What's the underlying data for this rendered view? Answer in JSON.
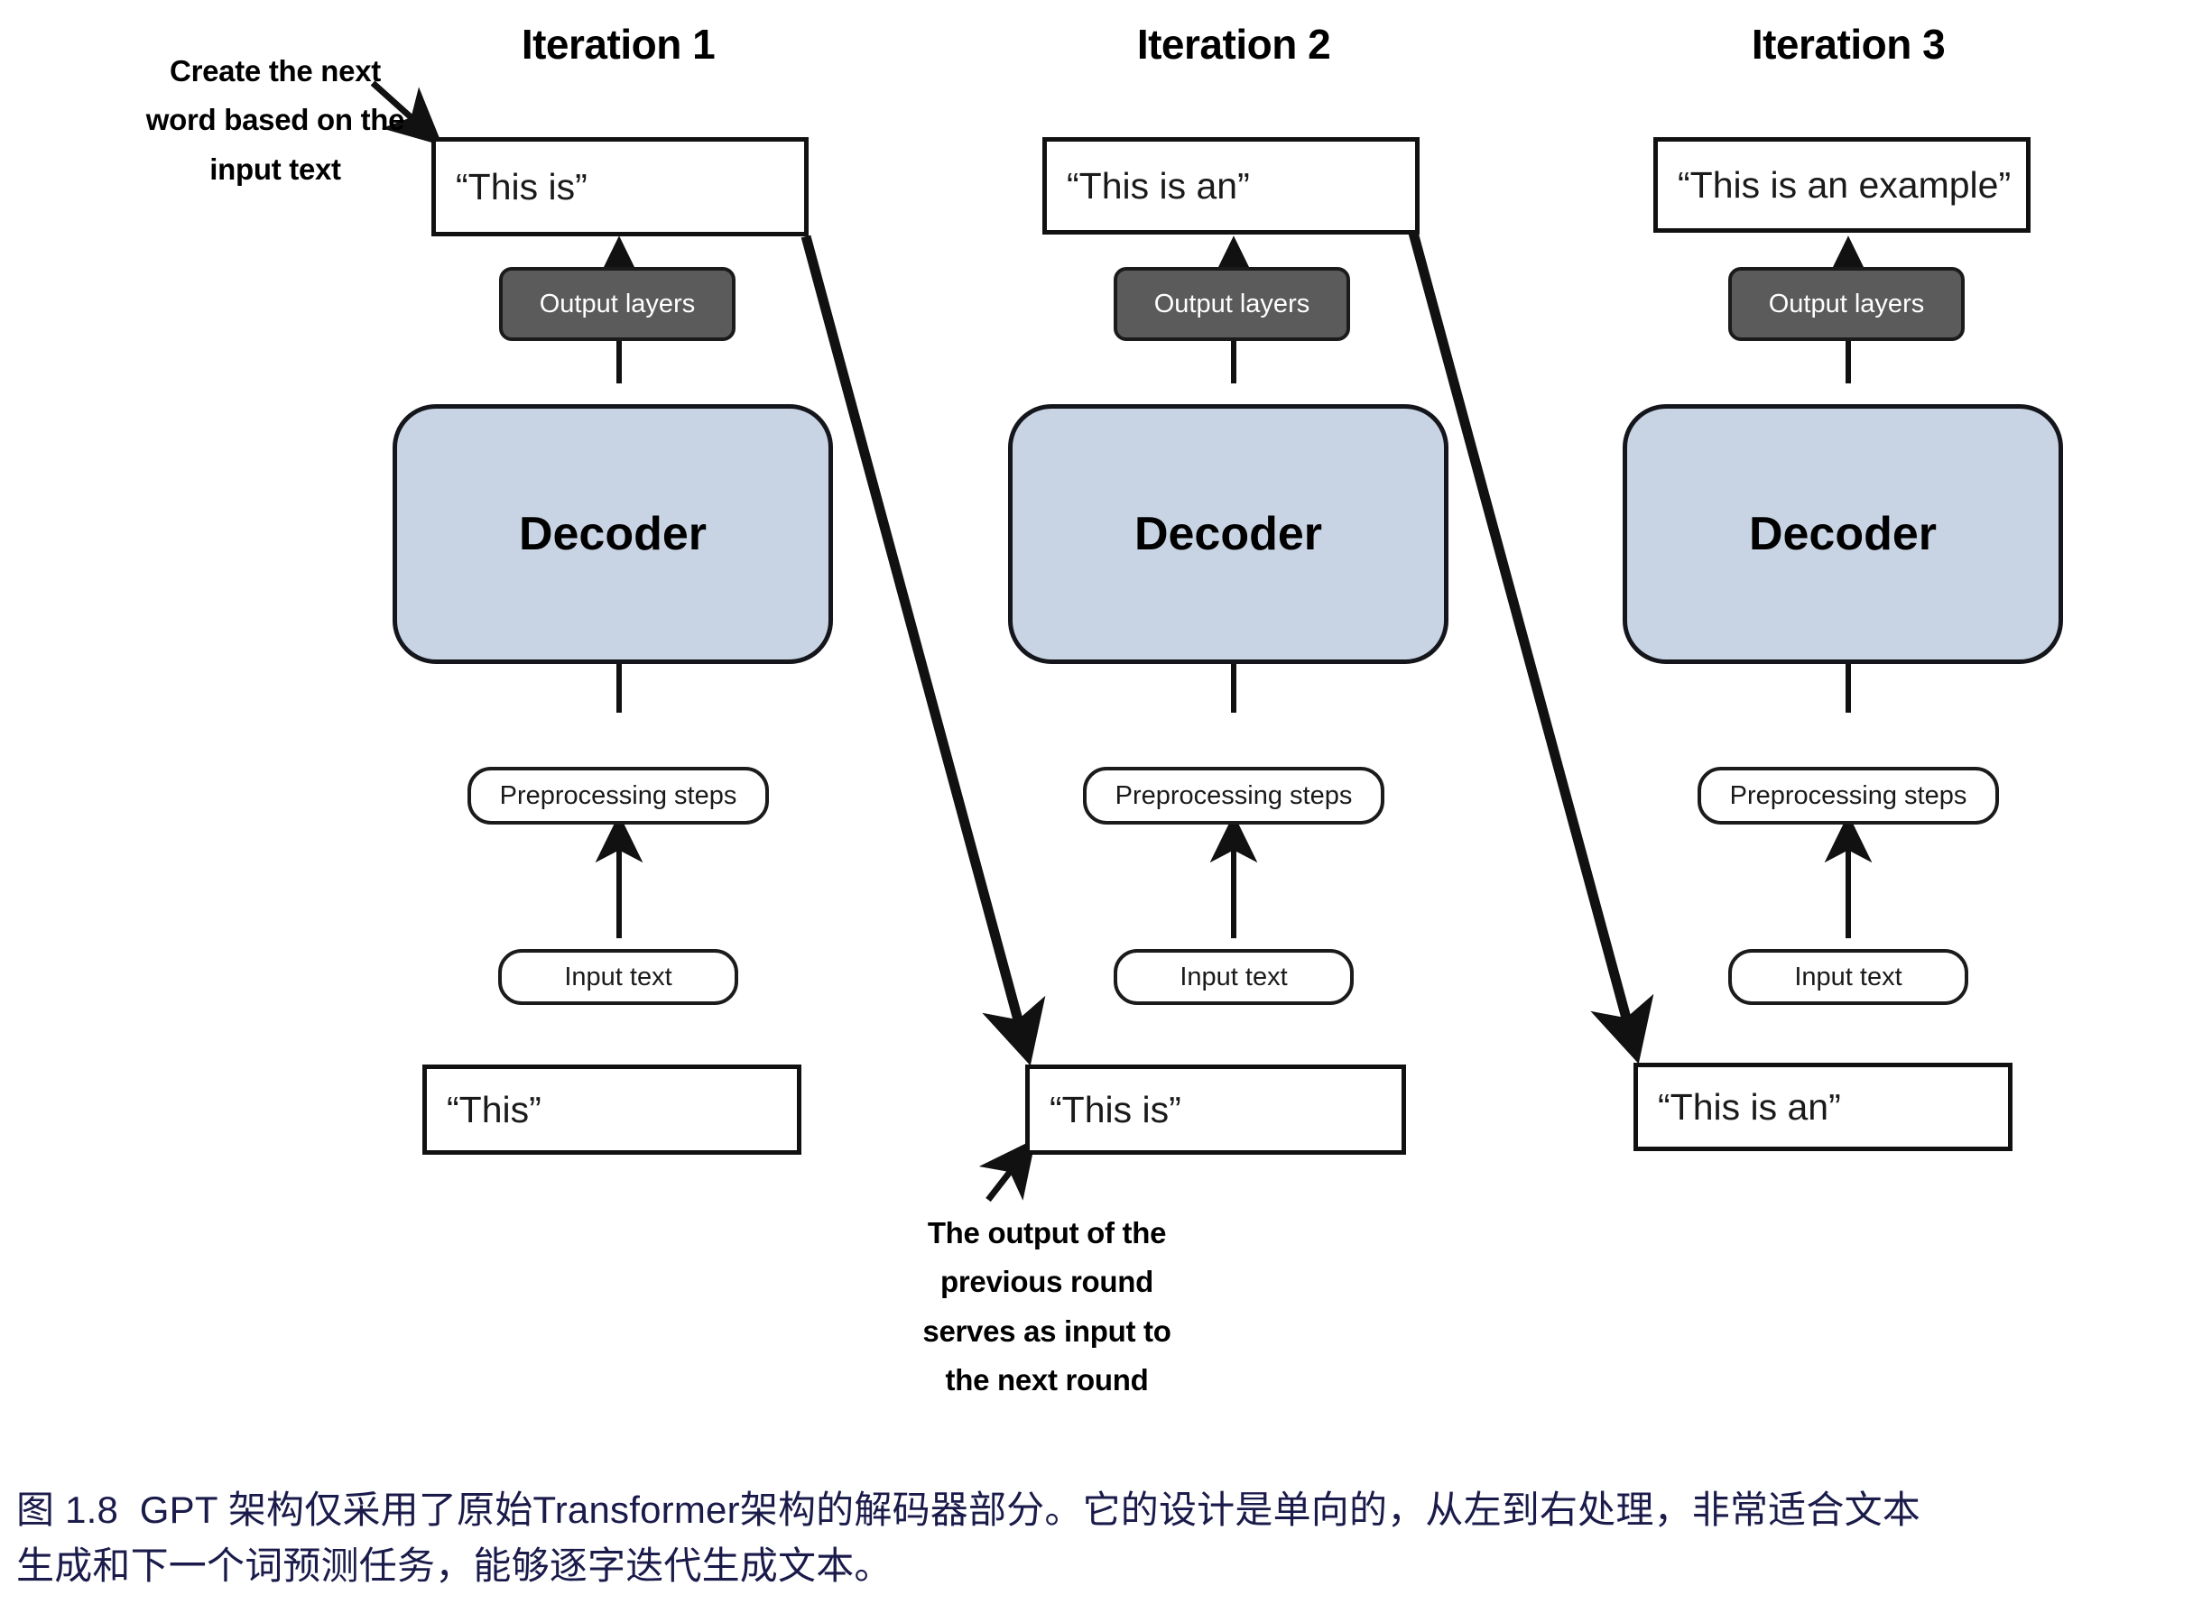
{
  "figure": {
    "columns": [
      {
        "title": "Iteration 1",
        "top_box": "“This is”",
        "output_layers": "Output layers",
        "decoder": "Decoder",
        "preprocessing": "Preprocessing steps",
        "input_text": "Input text",
        "bottom_box": "“This”"
      },
      {
        "title": "Iteration 2",
        "top_box": "“This is an”",
        "output_layers": "Output layers",
        "decoder": "Decoder",
        "preprocessing": "Preprocessing steps",
        "input_text": "Input text",
        "bottom_box": "“This is”"
      },
      {
        "title": "Iteration 3",
        "top_box": "“This is an example”",
        "output_layers": "Output layers",
        "decoder": "Decoder",
        "preprocessing": "Preprocessing steps",
        "input_text": "Input text",
        "bottom_box": "“This is an”"
      }
    ],
    "annotations": {
      "top_left": "Create the next\nword based on the\ninput text",
      "bottom_center": "The output of the\nprevious round\nserves as input to\nthe next round"
    },
    "caption": {
      "line1": "图 1.8  GPT 架构仅采用了原始Transformer架构的解码器部分。它的设计是单向的，从左到右处理，非常适合文本",
      "line2": "生成和下一个词预测任务，能够逐字迭代生成文本。"
    },
    "colors": {
      "decoder_fill": "#c8d4e3",
      "output_layers_fill": "#5b5b5b",
      "box_stroke": "#111111",
      "caption_text": "#1b1b4b",
      "background": "#ffffff"
    }
  }
}
